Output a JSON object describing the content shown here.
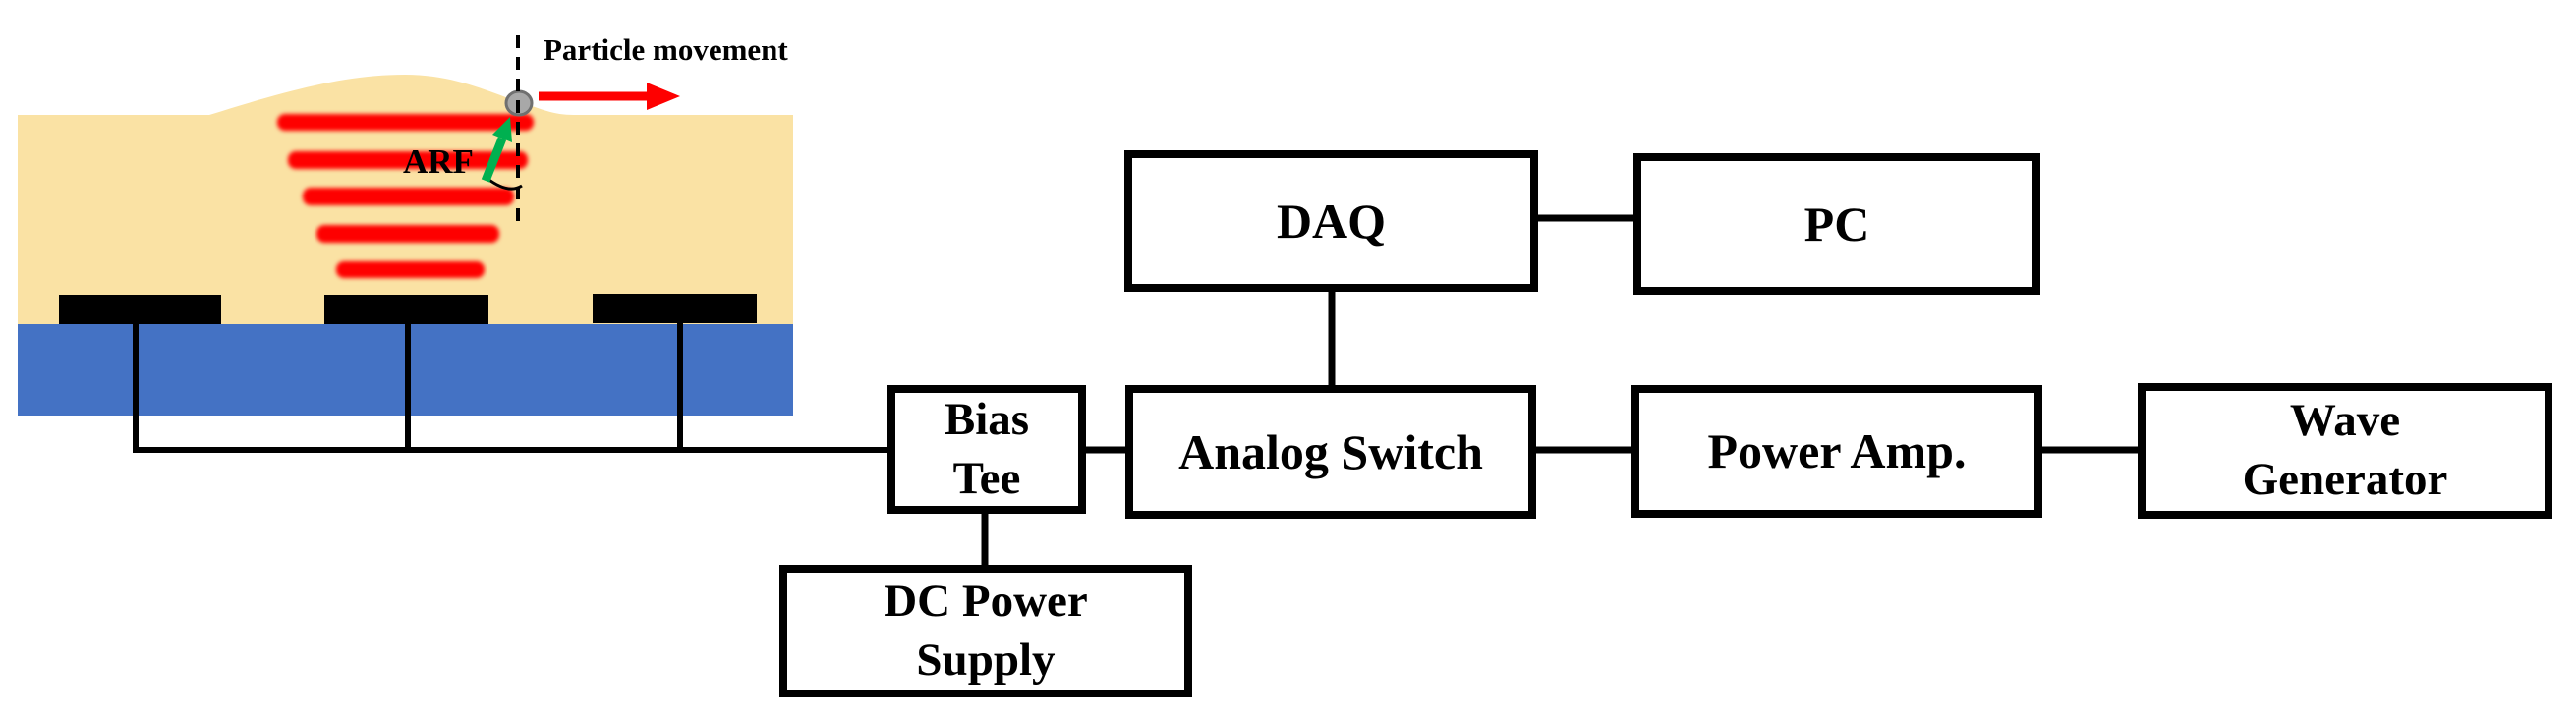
{
  "figure": {
    "illustration": {
      "particle_movement_label": "Particle movement",
      "arf_label": "ARF",
      "colors": {
        "medium_tan": "#FAE2A4",
        "substrate_blue": "#4472C4",
        "wave_red": "#FE0000",
        "arrow_red": "#FE0000",
        "arf_green": "#00B050",
        "particle_gray": "#A8A8A8",
        "particle_outline": "#707070",
        "electrode_black": "#000000"
      }
    },
    "blocks": {
      "daq": {
        "label": "DAQ"
      },
      "pc": {
        "label": "PC"
      },
      "bias_tee": {
        "label": "Bias\nTee"
      },
      "analog_switch": {
        "label": "Analog Switch"
      },
      "power_amp": {
        "label": "Power Amp."
      },
      "wave_generator": {
        "label": "Wave\nGenerator"
      },
      "dc_power_supply": {
        "label": "DC Power\nSupply"
      }
    }
  }
}
